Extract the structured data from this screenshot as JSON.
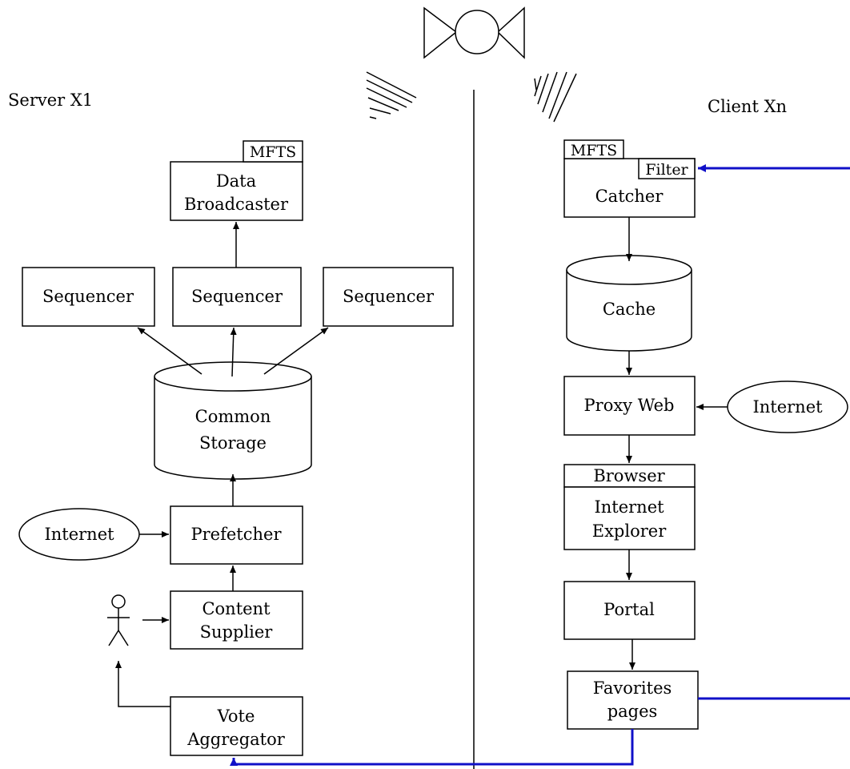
{
  "server": {
    "title": "Server X1",
    "mfts": "MFTS",
    "data_broadcaster": [
      "Data",
      "Broadcaster"
    ],
    "sequencers": [
      "Sequencer",
      "Sequencer",
      "Sequencer"
    ],
    "common_storage": [
      "Common",
      "Storage"
    ],
    "internet": "Internet",
    "prefetcher": "Prefetcher",
    "content_supplier": [
      "Content",
      "Supplier"
    ],
    "vote_aggregator": [
      "Vote",
      "Aggregator"
    ]
  },
  "client": {
    "title": "Client Xn",
    "mfts": "MFTS",
    "filter": "Filter",
    "catcher": "Catcher",
    "cache": "Cache",
    "proxy_web": "Proxy Web",
    "internet": "Internet",
    "browser": "Browser",
    "internet_explorer": [
      "Internet",
      "Explorer"
    ],
    "portal": "Portal",
    "favorites_pages": [
      "Favorites",
      "pages"
    ]
  },
  "colors": {
    "feedback_line": "#1010c8",
    "stroke": "#000000",
    "background": "#ffffff"
  },
  "icons": [
    "satellite-icon",
    "actor-icon",
    "signal-waves-icon"
  ]
}
